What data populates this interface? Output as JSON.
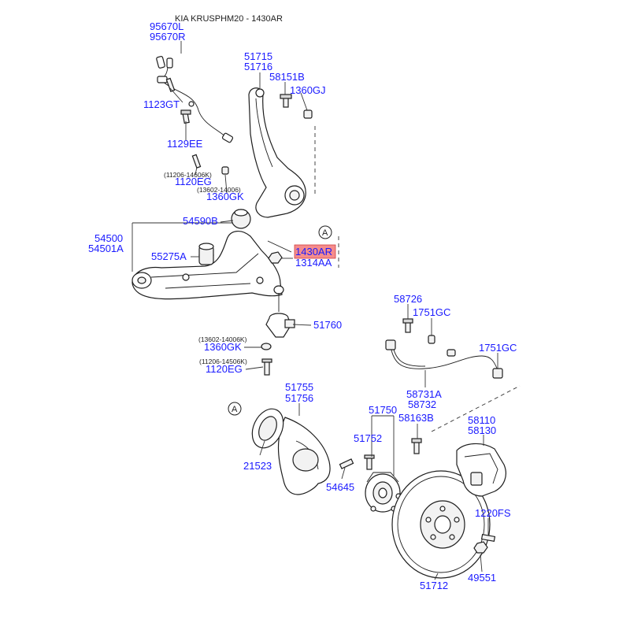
{
  "title": "KIA KRUSPHM20 - 1430AR",
  "highlight_color": "#f58c8c",
  "label_color": "#1a1aff",
  "markers": {
    "a_top": "A",
    "a_bottom": "A"
  },
  "labels": {
    "p95670L": "95670L",
    "p95670R": "95670R",
    "p1123GT": "1123GT",
    "p1129EE": "1129EE",
    "n11206_14606K": "(11206-14606K)",
    "p1120EG_top": "1120EG",
    "n13602_14006_top": "(13602-14006)",
    "p1360GK_top": "1360GK",
    "p51715": "51715",
    "p51716": "51716",
    "p58151B": "58151B",
    "p1360GJ": "1360GJ",
    "p54590B": "54590B",
    "p54500": "54500",
    "p54501A": "54501A",
    "p55275A": "55275A",
    "p1430AR": "1430AR",
    "p1314AA": "1314AA",
    "p51760": "51760",
    "n13602_14006K": "(13602-14006K)",
    "p1360GK_bot": "1360GK",
    "n11206_14506K": "(11206-14506K)",
    "p1120EG_bot": "1120EG",
    "p58726": "58726",
    "p1751GC_left": "1751GC",
    "p1751GC_right": "1751GC",
    "p58731A": "58731A",
    "p58732": "58732",
    "p51755": "51755",
    "p51756": "51756",
    "p51750": "51750",
    "p58163B": "58163B",
    "p58110": "58110",
    "p58130": "58130",
    "p51752": "51752",
    "p21523": "21523",
    "p54645": "54645",
    "p1220FS": "1220FS",
    "p51712": "51712",
    "p49551": "49551"
  }
}
